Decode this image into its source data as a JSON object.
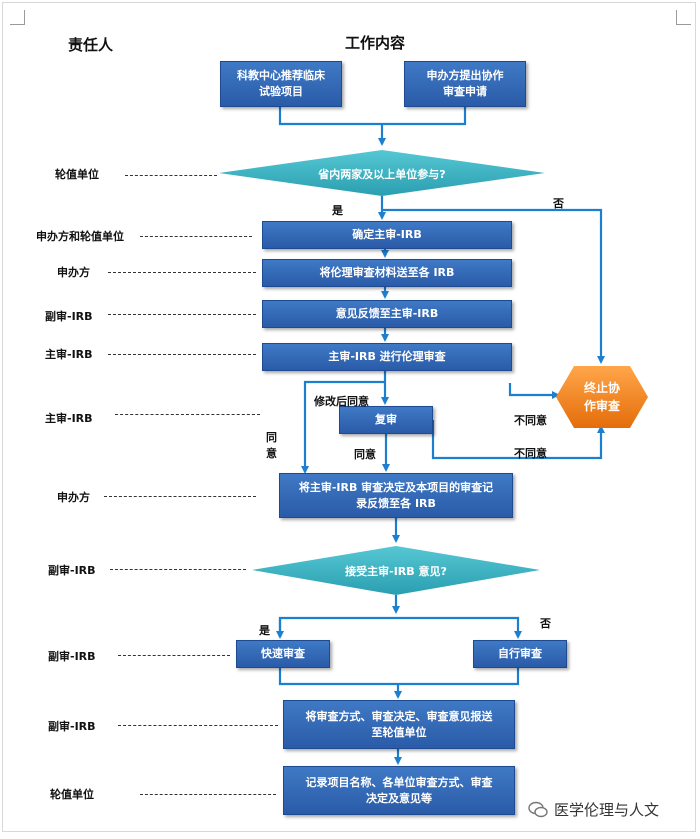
{
  "headers": {
    "role": "责任人",
    "content": "工作内容"
  },
  "roles": [
    "轮值单位",
    "申办方和轮值单位",
    "申办方",
    "副审-IRB",
    "主审-IRB",
    "主审-IRB",
    "申办方",
    "副审-IRB",
    "副审-IRB",
    "副审-IRB",
    "轮值单位"
  ],
  "boxes": {
    "b1": "科教中心推荐临床\n试验项目",
    "b2": "申办方提出协作\n审查申请",
    "b3": "确定主审-IRB",
    "b4": "将伦理审查材料送至各 IRB",
    "b5": "意见反馈至主审-IRB",
    "b6": "主审-IRB 进行伦理审查",
    "b7": "复审",
    "b8": "将主审-IRB 审查决定及本项目的审查记\n录反馈至各 IRB",
    "b9": "快速审查",
    "b10": "自行审查",
    "b11": "将审查方式、审查决定、审查意见报送\n至轮值单位",
    "b12": "记录项目名称、各单位审查方式、审查\n决定及意见等"
  },
  "diamonds": {
    "d1": "省内两家及以上单位参与?",
    "d2": "接受主审-IRB 意见?"
  },
  "terminal": "终止协\n作审查",
  "labels": {
    "yes1": "是",
    "no1": "否",
    "revise": "修改后同意",
    "agree_v": "同\n意",
    "disagree1": "不同意",
    "disagree2": "不同意",
    "agree2": "同意",
    "yes2": "是",
    "no2": "否"
  },
  "watermark": "医学伦理与人文",
  "colors": {
    "box": "#2f63b0",
    "arrow": "#1c7fd0",
    "diamond": "#3eb8c6",
    "terminal": "#f07e14"
  }
}
